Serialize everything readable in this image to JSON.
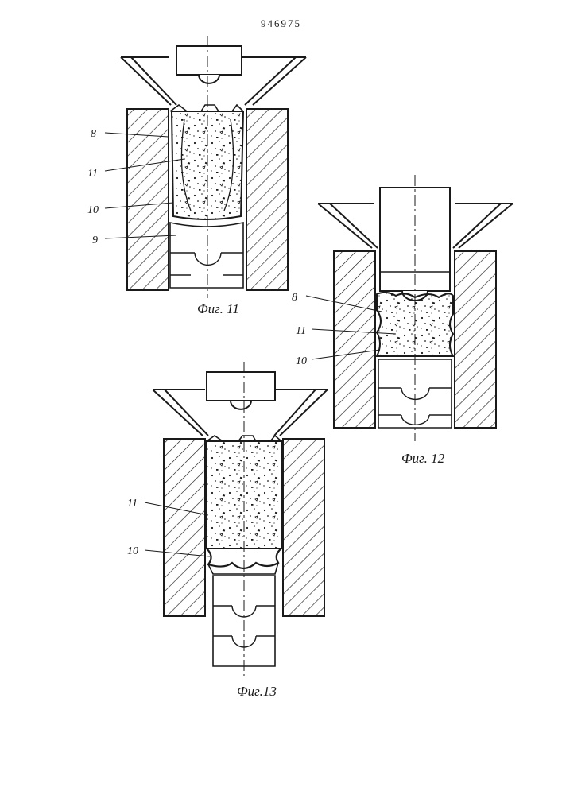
{
  "patent_number": "946975",
  "figures": [
    {
      "caption": "Фиг. 11",
      "labels": [
        "8",
        "11",
        "10",
        "9"
      ]
    },
    {
      "caption": "Фиг. 12",
      "labels": [
        "8",
        "11",
        "10"
      ]
    },
    {
      "caption": "Фиг.13",
      "labels": [
        "11",
        "10"
      ]
    }
  ],
  "colors": {
    "ink": "#1a1a1a",
    "paper": "#ffffff"
  }
}
